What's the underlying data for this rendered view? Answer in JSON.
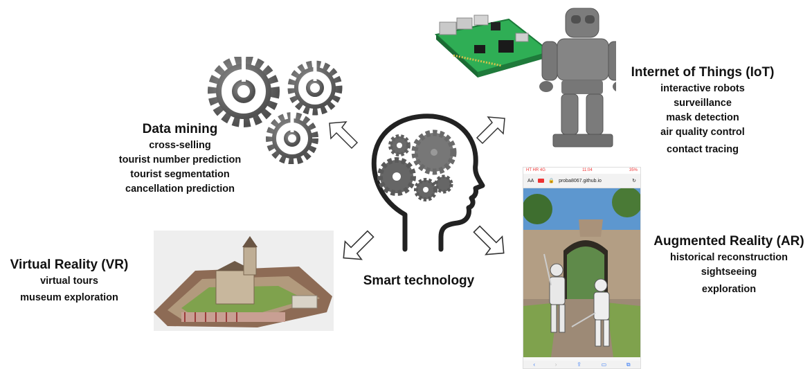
{
  "center": {
    "label": "Smart technology"
  },
  "data_mining": {
    "title": "Data mining",
    "items": [
      "cross-selling",
      "tourist number prediction",
      "tourist segmentation",
      "cancellation prediction"
    ]
  },
  "iot": {
    "title": "Internet of Things (IoT)",
    "items": [
      "interactive robots",
      "surveillance",
      "mask detection",
      "air quality control",
      "contact tracing"
    ]
  },
  "vr": {
    "title": "Virtual Reality (VR)",
    "items": [
      "virtual tours",
      "museum exploration"
    ]
  },
  "ar": {
    "title": "Augmented Reality (AR)",
    "items": [
      "historical reconstruction",
      "sightseeing",
      "exploration"
    ]
  },
  "phone": {
    "carrier": "HT HR 4G",
    "time": "11:04",
    "battery": "35%",
    "aa": "AA",
    "url": "proba8067.github.io"
  },
  "colors": {
    "gear": "#6e6e6e",
    "head_outline": "#222222",
    "pcb": "#2fae55",
    "robot": "#7c7c7c",
    "sky": "#5d97cf",
    "stone": "#b39e84",
    "grass": "#7fa24d"
  }
}
